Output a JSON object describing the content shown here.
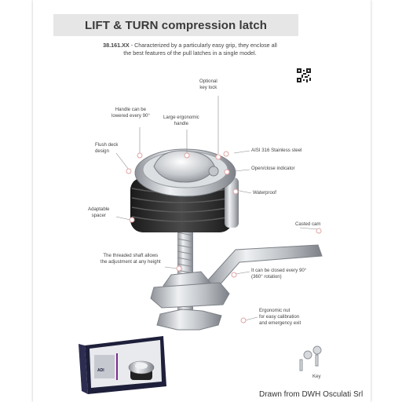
{
  "header": {
    "title": "LIFT & TURN compression latch",
    "code": "38.161.XX",
    "description_line1": " - Characterized by a particularly easy grip, they enclose all",
    "description_line2": "the best features of the pull latches in a single model."
  },
  "callouts": {
    "optional_line1": "Optional",
    "optional_line2": "key lock",
    "handle_line1": "Handle can be",
    "handle_line2": "lowered every 90°",
    "ergonomic_line1": "Large ergonomic",
    "ergonomic_line2": "handle",
    "flush_line1": "Flush deck",
    "flush_line2": "design",
    "stainless": "AISI 316 Stainless steel",
    "indicator": "Open/close indicator",
    "waterproof": "Waterproof",
    "adaptable_line1": "Adaptable",
    "adaptable_line2": "spacer",
    "casted_cam": "Casted cam",
    "shaft_line1": "The threaded shaft allows",
    "shaft_line2": "the adjustment at any height",
    "closed_line1": "It can be closed every 90°",
    "closed_line2": "(360° rotation)",
    "nut_line1": "Ergonomic nut",
    "nut_line2": "for easy calibration",
    "nut_line3": "and emergency exit",
    "key": "Key"
  },
  "package": {
    "brand": "ADI"
  },
  "credit": "Drawn from DWH Osculati Srl",
  "colors": {
    "accent_dot": "#e3a4a4",
    "title_bg": "#e6e6e6",
    "rubber": "#2b2b2b",
    "steel": "#c9ccd0"
  }
}
